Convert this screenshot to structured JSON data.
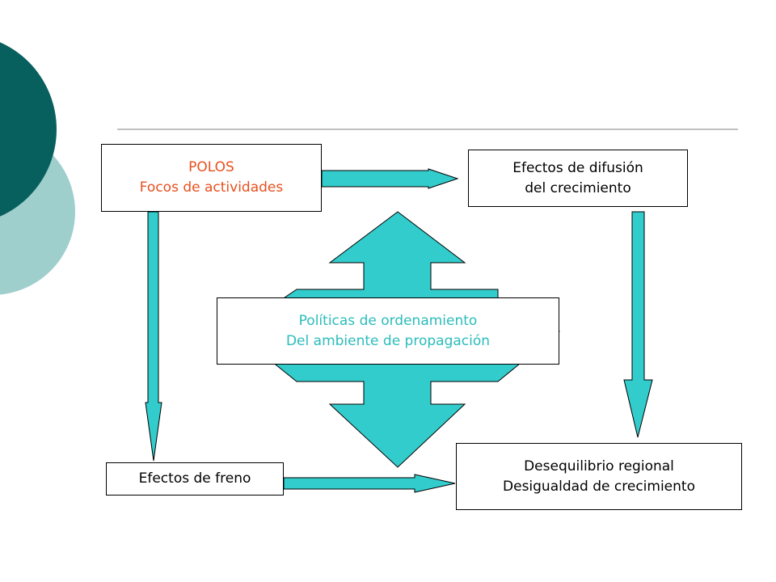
{
  "colors": {
    "accent_dark": "#08605e",
    "accent_light": "#9fcfcd",
    "arrow_fill": "#33cccc",
    "polos_text": "#e8501e",
    "politicas_text": "#2bbcbc"
  },
  "boxes": {
    "polos": {
      "line1": "POLOS",
      "line2": "Focos de actividades"
    },
    "difusion": {
      "line1": "Efectos de difusión",
      "line2": "del crecimiento"
    },
    "politicas": {
      "line1": "Políticas de ordenamiento",
      "line2": "Del ambiente de propagación"
    },
    "freno": {
      "line1": "Efectos de freno"
    },
    "desequilibrio": {
      "line1": "Desequilibrio regional",
      "line2": "Desigualdad de crecimiento"
    }
  }
}
